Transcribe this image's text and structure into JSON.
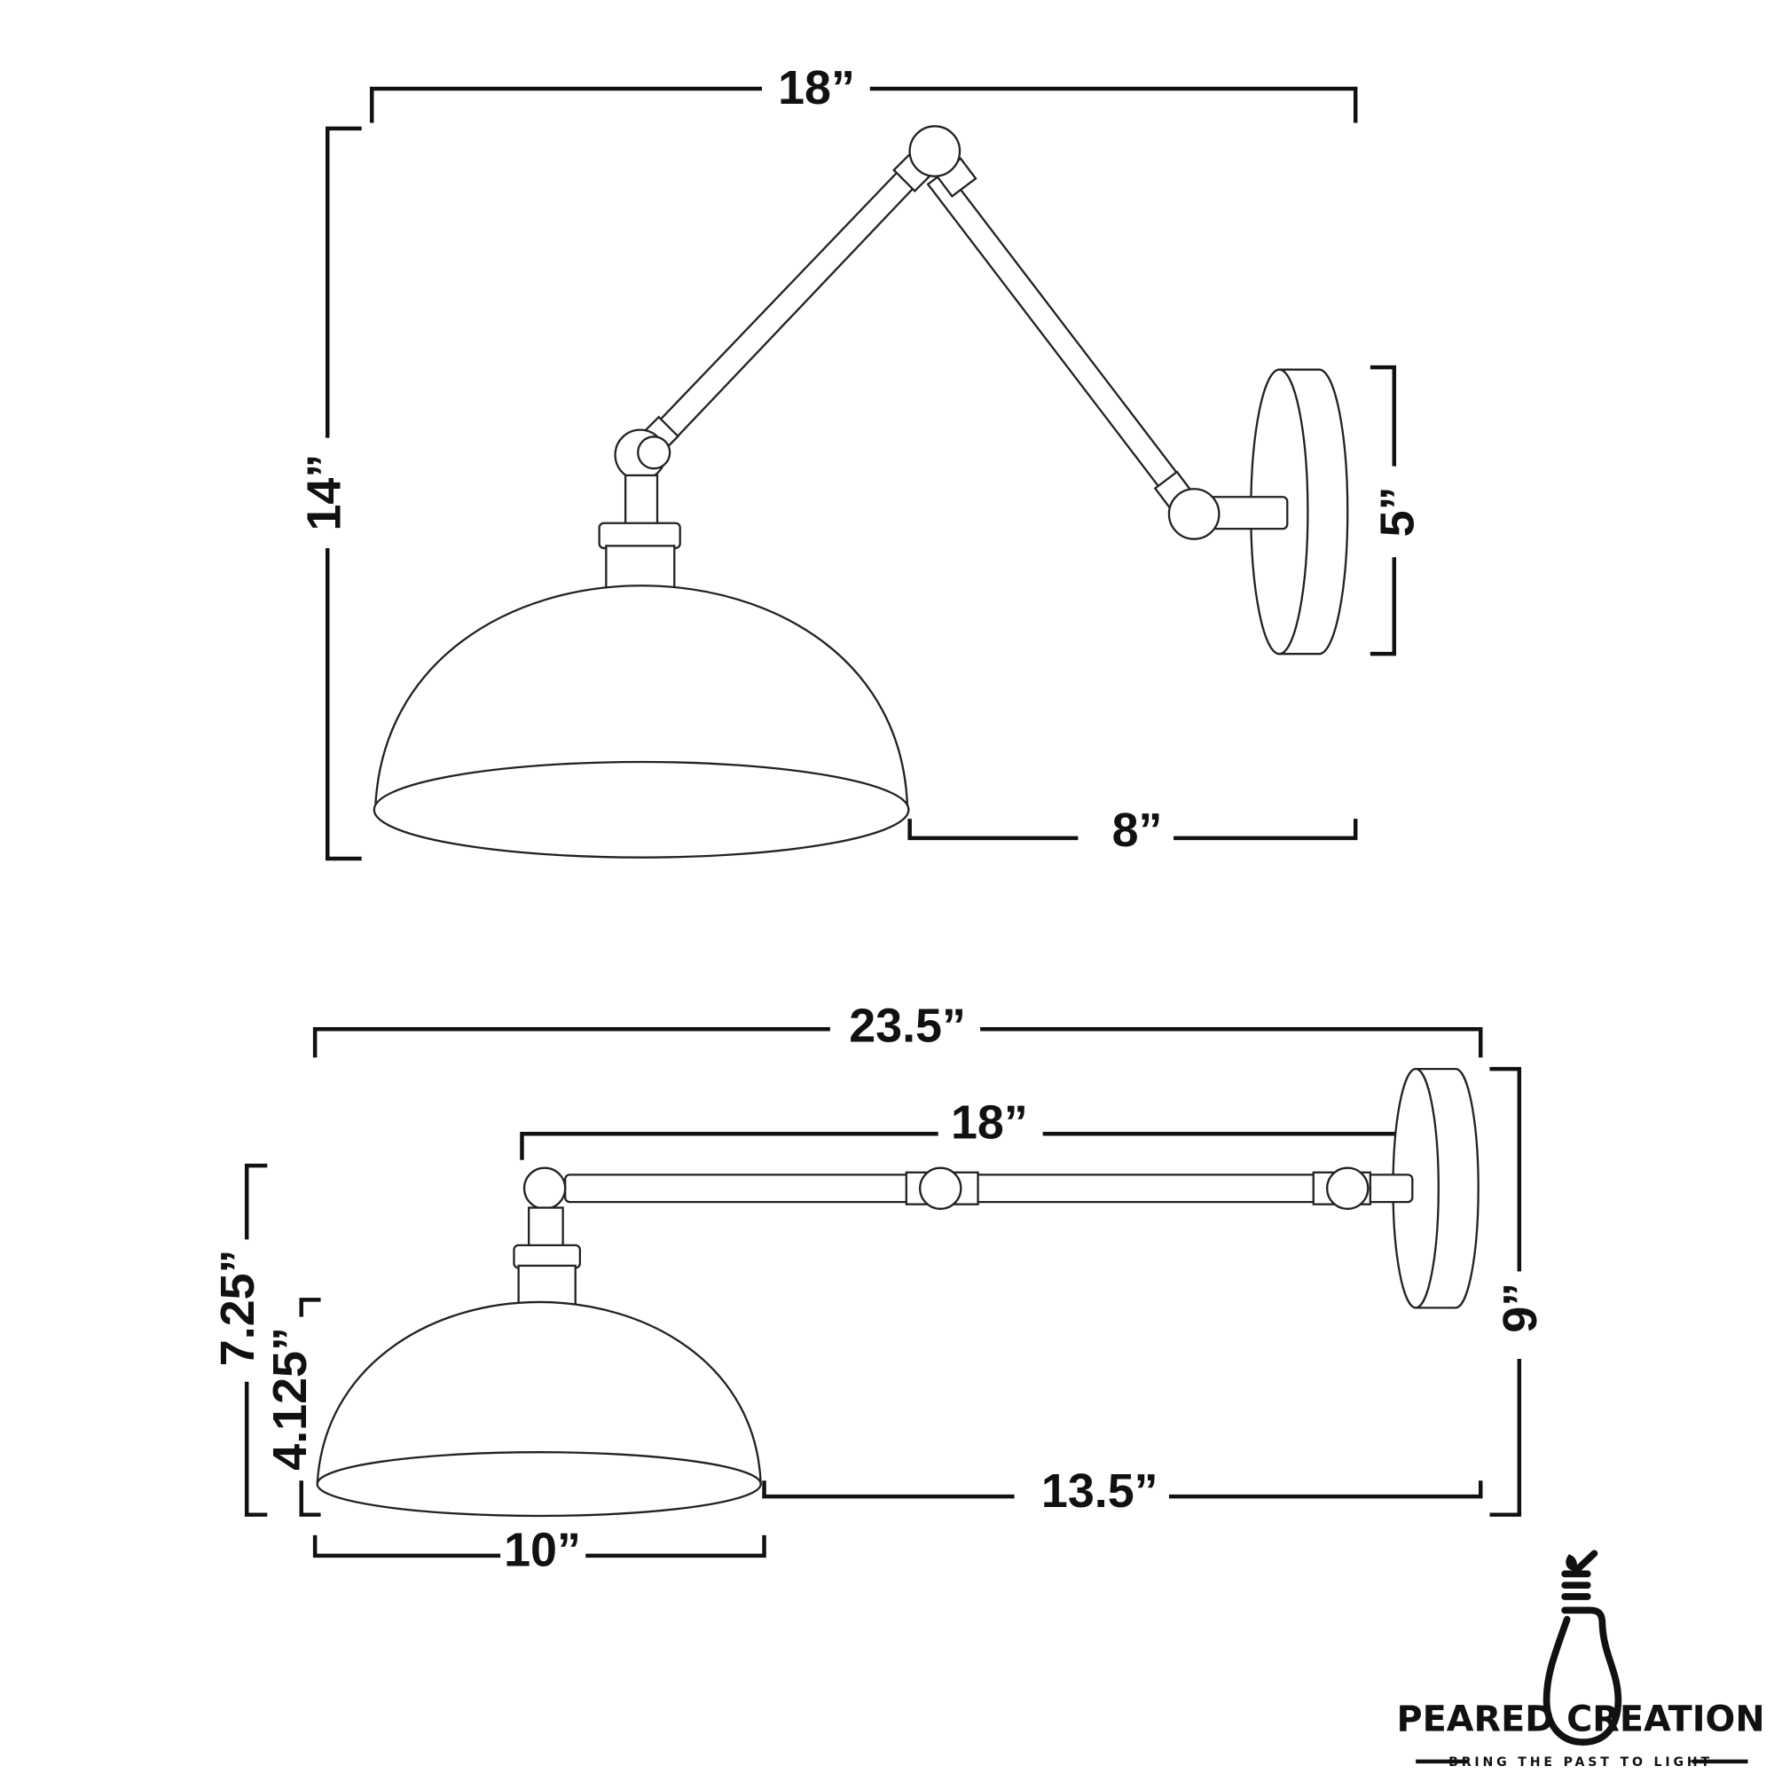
{
  "top_view": {
    "width_label": "18”",
    "height_label": "14”",
    "backplate_label": "5”",
    "extension_label": "8”"
  },
  "bottom_view": {
    "overall_label": "23.5”",
    "arm_label": "18”",
    "height_label": "7.25”",
    "shade_height_label": "4.125”",
    "backplate_label": "9”",
    "extension_label": "13.5”",
    "shade_width_label": "10”"
  },
  "logo": {
    "name": "PEARED CREATION",
    "tagline": "BRING THE PAST TO LIGHT"
  },
  "colors": {
    "line": "#111111",
    "background": "#ffffff"
  }
}
